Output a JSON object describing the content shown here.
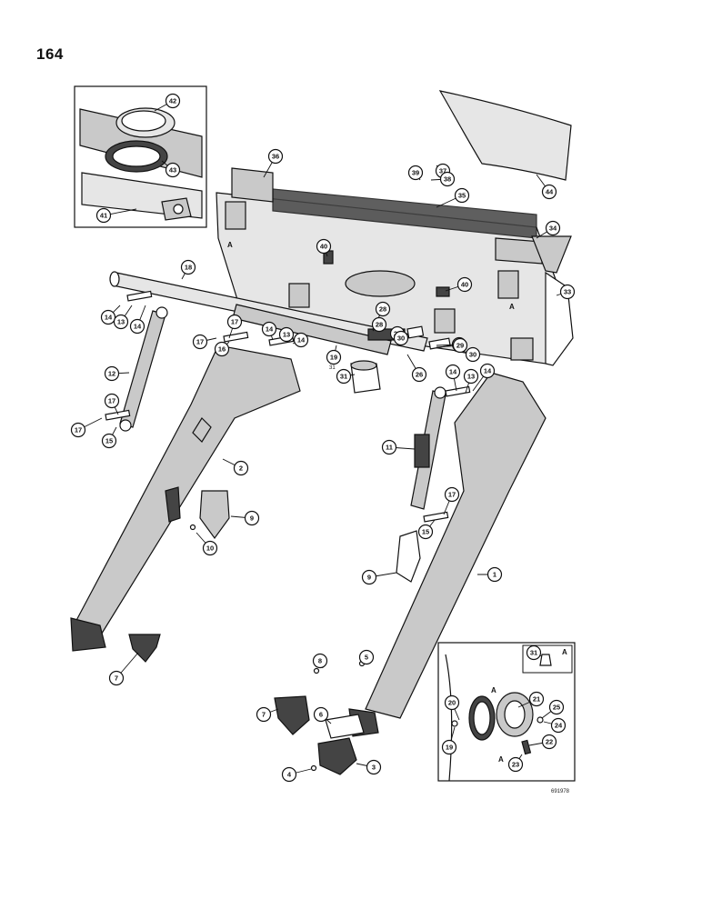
{
  "page_number": "164",
  "drawing_number": "691978",
  "inset_letter": "A",
  "inset_marks": [
    "A",
    "A"
  ],
  "frame_marks": [
    "A",
    "A"
  ],
  "callouts": [
    {
      "id": "42"
    },
    {
      "id": "43"
    },
    {
      "id": "41"
    },
    {
      "id": "36"
    },
    {
      "id": "44"
    },
    {
      "id": "37"
    },
    {
      "id": "39"
    },
    {
      "id": "38"
    },
    {
      "id": "35"
    },
    {
      "id": "34"
    },
    {
      "id": "33"
    },
    {
      "id": "40"
    },
    {
      "id": "40"
    },
    {
      "id": "18"
    },
    {
      "id": "14"
    },
    {
      "id": "13"
    },
    {
      "id": "14"
    },
    {
      "id": "17"
    },
    {
      "id": "16"
    },
    {
      "id": "17"
    },
    {
      "id": "14"
    },
    {
      "id": "13"
    },
    {
      "id": "14"
    },
    {
      "id": "19"
    },
    {
      "id": "28"
    },
    {
      "id": "28"
    },
    {
      "id": "27"
    },
    {
      "id": "30"
    },
    {
      "id": "29"
    },
    {
      "id": "29"
    },
    {
      "id": "30"
    },
    {
      "id": "26"
    },
    {
      "id": "31"
    },
    {
      "id": "14"
    },
    {
      "id": "13"
    },
    {
      "id": "14"
    },
    {
      "id": "12"
    },
    {
      "id": "17"
    },
    {
      "id": "17"
    },
    {
      "id": "15"
    },
    {
      "id": "2"
    },
    {
      "id": "11"
    },
    {
      "id": "17"
    },
    {
      "id": "15"
    },
    {
      "id": "9"
    },
    {
      "id": "10"
    },
    {
      "id": "9"
    },
    {
      "id": "1"
    },
    {
      "id": "7"
    },
    {
      "id": "8"
    },
    {
      "id": "5"
    },
    {
      "id": "7"
    },
    {
      "id": "6"
    },
    {
      "id": "4"
    },
    {
      "id": "3"
    },
    {
      "id": "31"
    },
    {
      "id": "21"
    },
    {
      "id": "20"
    },
    {
      "id": "25"
    },
    {
      "id": "24"
    },
    {
      "id": "19"
    },
    {
      "id": "22"
    },
    {
      "id": "23"
    }
  ],
  "text_labels": [
    {
      "id": "31"
    }
  ]
}
